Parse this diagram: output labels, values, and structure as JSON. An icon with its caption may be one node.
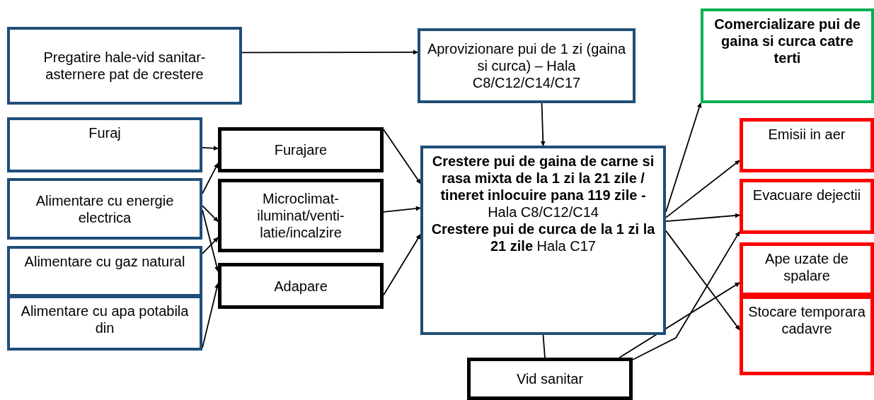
{
  "diagram": {
    "nodes": [
      {
        "text": [
          "Pregatire hale-vid sanitar-asternere pat de crestere"
        ]
      },
      {
        "text": [
          "Aprovizionare pui de  1 zi (gaina si curca) – Hala C8/C12/C14/C17"
        ]
      },
      {
        "text": [
          "Comercializare pui de gaina si curca catre terti"
        ]
      },
      {
        "text": [
          "Furaj"
        ]
      },
      {
        "text": [
          "Alimentare cu energie electrica"
        ]
      },
      {
        "text": [
          "Alimentare cu gaz natural"
        ]
      },
      {
        "text": [
          "Alimentare cu apa potabila din"
        ]
      },
      {
        "text": [
          "Furajare"
        ]
      },
      {
        "text": [
          "Microclimat-iluminat/venti-latie/incalzire"
        ]
      },
      {
        "text": [
          "Adapare"
        ]
      },
      {
        "text": [
          "**Crestere pui de gaina de carne si rasa mixta de la 1 zi la 21 zile / tineret inlocuire pana 119 zile -** Hala C8/C12/C14",
          "**Crestere pui de curca de la 1 zi la 21 zile** Hala C17"
        ]
      },
      {
        "text": [
          "Emisii in aer"
        ]
      },
      {
        "text": [
          "Evacuare dejectii"
        ]
      },
      {
        "text": [
          "Ape uzate de spalare"
        ]
      },
      {
        "text": [
          "Stocare temporara cadavre"
        ]
      },
      {
        "text": [
          "Vid sanitar"
        ]
      }
    ],
    "edges": [
      {
        "from": 0,
        "to": 1,
        "arrow": "to"
      },
      {
        "from": 1,
        "to": 10,
        "arrow": "to"
      },
      {
        "from": 3,
        "to": 7,
        "arrow": "to"
      },
      {
        "from": 4,
        "to": 7,
        "arrow": "to"
      },
      {
        "from": 4,
        "to": 8,
        "arrow": "to"
      },
      {
        "from": 4,
        "to": 9,
        "arrow": "to"
      },
      {
        "from": 5,
        "to": 8,
        "arrow": "to"
      },
      {
        "from": 6,
        "to": 9,
        "arrow": "to"
      },
      {
        "from": 7,
        "to": 10,
        "arrow": "to"
      },
      {
        "from": 8,
        "to": 10,
        "arrow": "to"
      },
      {
        "from": 9,
        "to": 10,
        "arrow": "to"
      },
      {
        "from": 10,
        "to": 2,
        "arrow": "to"
      },
      {
        "from": 10,
        "to": 11,
        "arrow": "to"
      },
      {
        "from": 10,
        "to": 12,
        "arrow": "to"
      },
      {
        "from": 10,
        "to": 14,
        "arrow": "to"
      },
      {
        "from": 10,
        "to": 15,
        "arrow": "none"
      },
      {
        "from": 15,
        "to": 12,
        "arrow": "to"
      },
      {
        "from": 15,
        "to": 13,
        "arrow": "to"
      }
    ]
  }
}
